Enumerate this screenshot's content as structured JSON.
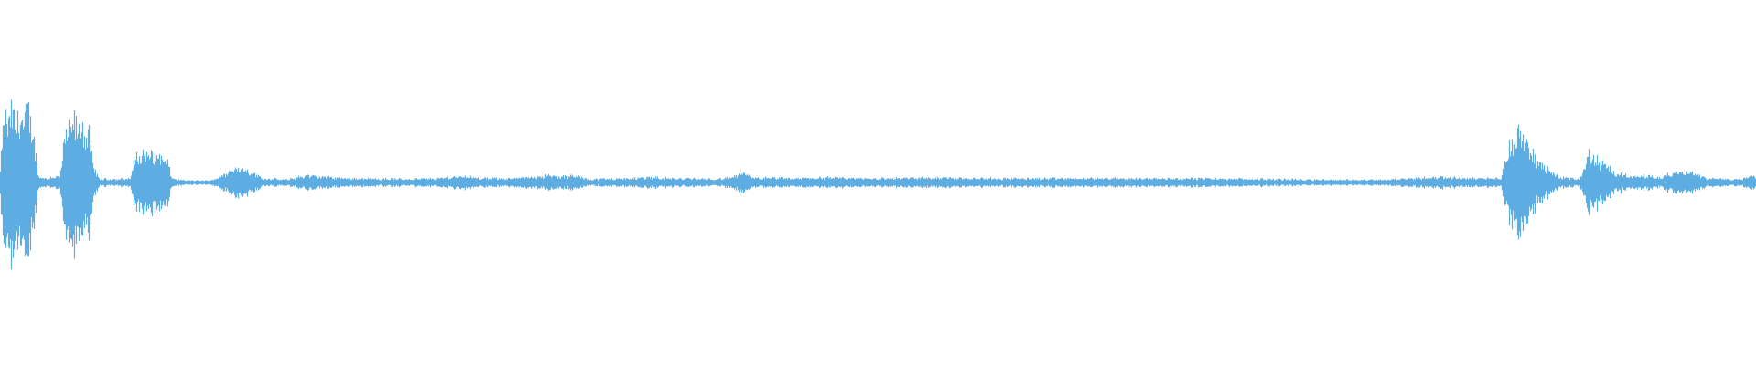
{
  "waveform": {
    "color": "#5dade2",
    "background": "#ffffff",
    "amplitude_envelope": [
      [
        0.0,
        0.2
      ],
      [
        0.001,
        0.62
      ],
      [
        0.004,
        1.0
      ],
      [
        0.01,
        0.92
      ],
      [
        0.014,
        0.97
      ],
      [
        0.018,
        0.95
      ],
      [
        0.02,
        0.4
      ],
      [
        0.022,
        0.08
      ],
      [
        0.027,
        0.06
      ],
      [
        0.031,
        0.09
      ],
      [
        0.034,
        0.08
      ],
      [
        0.036,
        0.55
      ],
      [
        0.04,
        0.86
      ],
      [
        0.046,
        0.8
      ],
      [
        0.05,
        0.72
      ],
      [
        0.053,
        0.25
      ],
      [
        0.056,
        0.05
      ],
      [
        0.068,
        0.05
      ],
      [
        0.074,
        0.06
      ],
      [
        0.077,
        0.38
      ],
      [
        0.082,
        0.42
      ],
      [
        0.09,
        0.4
      ],
      [
        0.095,
        0.3
      ],
      [
        0.098,
        0.06
      ],
      [
        0.105,
        0.03
      ],
      [
        0.12,
        0.03
      ],
      [
        0.128,
        0.12
      ],
      [
        0.136,
        0.24
      ],
      [
        0.143,
        0.15
      ],
      [
        0.15,
        0.06
      ],
      [
        0.162,
        0.04
      ],
      [
        0.175,
        0.1
      ],
      [
        0.185,
        0.08
      ],
      [
        0.2,
        0.06
      ],
      [
        0.23,
        0.05
      ],
      [
        0.25,
        0.06
      ],
      [
        0.266,
        0.1
      ],
      [
        0.272,
        0.06
      ],
      [
        0.295,
        0.06
      ],
      [
        0.305,
        0.09
      ],
      [
        0.312,
        0.1
      ],
      [
        0.32,
        0.08
      ],
      [
        0.326,
        0.1
      ],
      [
        0.335,
        0.05
      ],
      [
        0.36,
        0.06
      ],
      [
        0.372,
        0.08
      ],
      [
        0.38,
        0.06
      ],
      [
        0.41,
        0.05
      ],
      [
        0.418,
        0.08
      ],
      [
        0.423,
        0.14
      ],
      [
        0.428,
        0.07
      ],
      [
        0.45,
        0.06
      ],
      [
        0.47,
        0.07
      ],
      [
        0.5,
        0.06
      ],
      [
        0.54,
        0.07
      ],
      [
        0.57,
        0.06
      ],
      [
        0.6,
        0.06
      ],
      [
        0.64,
        0.06
      ],
      [
        0.68,
        0.06
      ],
      [
        0.72,
        0.05
      ],
      [
        0.76,
        0.04
      ],
      [
        0.79,
        0.04
      ],
      [
        0.805,
        0.06
      ],
      [
        0.82,
        0.08
      ],
      [
        0.845,
        0.06
      ],
      [
        0.855,
        0.06
      ],
      [
        0.86,
        0.55
      ],
      [
        0.866,
        0.8
      ],
      [
        0.87,
        0.6
      ],
      [
        0.875,
        0.32
      ],
      [
        0.882,
        0.2
      ],
      [
        0.888,
        0.08
      ],
      [
        0.895,
        0.06
      ],
      [
        0.9,
        0.05
      ],
      [
        0.905,
        0.4
      ],
      [
        0.912,
        0.3
      ],
      [
        0.92,
        0.15
      ],
      [
        0.93,
        0.08
      ],
      [
        0.94,
        0.1
      ],
      [
        0.945,
        0.06
      ],
      [
        0.95,
        0.12
      ],
      [
        0.958,
        0.18
      ],
      [
        0.966,
        0.14
      ],
      [
        0.972,
        0.06
      ],
      [
        0.985,
        0.05
      ],
      [
        0.993,
        0.05
      ],
      [
        0.997,
        0.1
      ],
      [
        1.0,
        0.1
      ]
    ]
  }
}
